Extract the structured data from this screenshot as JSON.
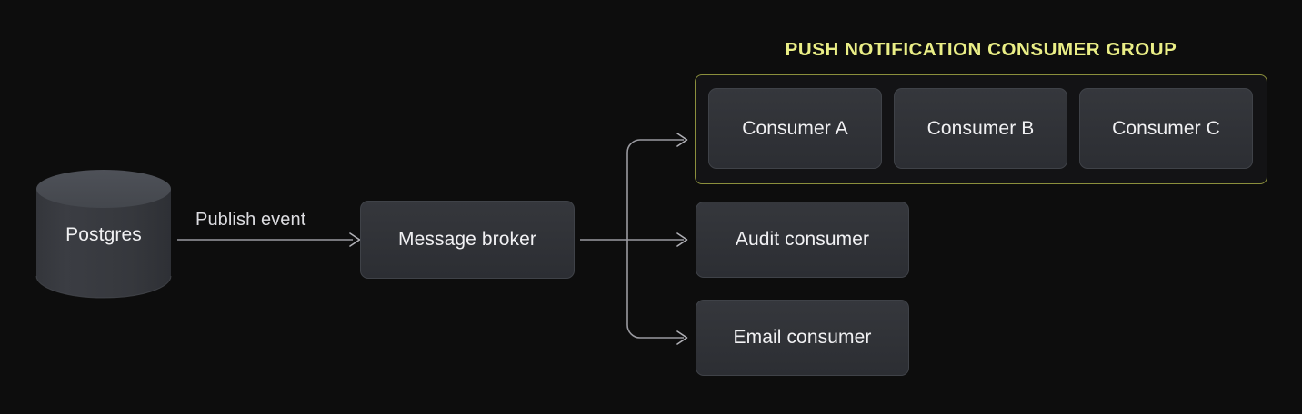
{
  "diagram": {
    "background_color": "#0d0d0d",
    "nodes": {
      "database": {
        "label": "Postgres",
        "shape": "cylinder",
        "fill": "#303237"
      },
      "broker": {
        "label": "Message broker",
        "shape": "rounded-rect",
        "fill": "#303237"
      },
      "audit_consumer": {
        "label": "Audit consumer",
        "shape": "rounded-rect",
        "fill": "#303237"
      },
      "email_consumer": {
        "label": "Email consumer",
        "shape": "rounded-rect",
        "fill": "#303237"
      }
    },
    "group": {
      "title": "PUSH NOTIFICATION CONSUMER GROUP",
      "title_color": "#eaee86",
      "border_color": "#8b8f3c",
      "members": [
        {
          "label": "Consumer A"
        },
        {
          "label": "Consumer B"
        },
        {
          "label": "Consumer C"
        }
      ]
    },
    "edges": [
      {
        "id": "db-to-broker",
        "label": "Publish event",
        "from": "database",
        "to": "broker",
        "arrow": "open",
        "color": "#9a9aa0"
      },
      {
        "id": "broker-to-group",
        "label": "",
        "from": "broker",
        "to": "consumer-group",
        "arrow": "open",
        "color": "#9a9aa0"
      },
      {
        "id": "broker-to-audit",
        "label": "",
        "from": "broker",
        "to": "audit_consumer",
        "arrow": "open",
        "color": "#9a9aa0"
      },
      {
        "id": "broker-to-email",
        "label": "",
        "from": "broker",
        "to": "email_consumer",
        "arrow": "open",
        "color": "#9a9aa0"
      }
    ]
  }
}
